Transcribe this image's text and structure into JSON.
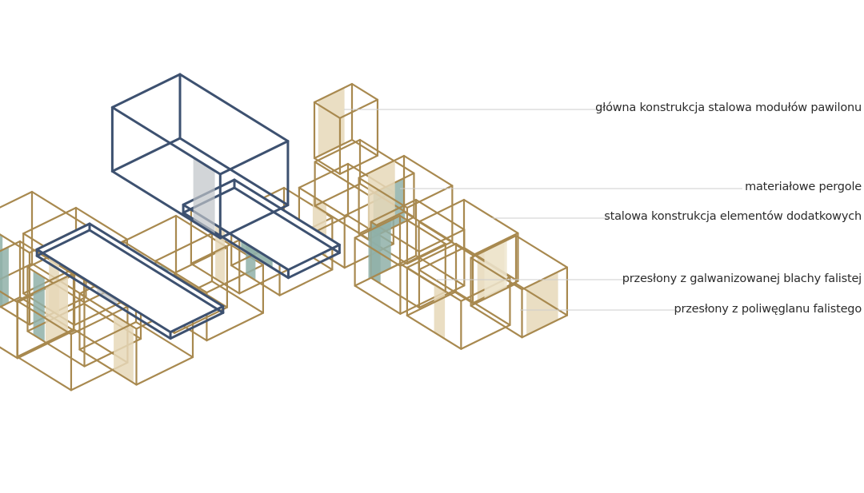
{
  "diagram": {
    "labels": [
      {
        "id": "main-steel-structure",
        "text": "główna konstrukcja stalowa modułów pawilonu"
      },
      {
        "id": "fabric-pergolas",
        "text": "materiałowe pergole"
      },
      {
        "id": "additional-steel-structure",
        "text": "stalowa konstrukcja elementów dodatkowych"
      },
      {
        "id": "galvanized-sheet-screens",
        "text": "przesłony z galwanizowanej blachy falistej"
      },
      {
        "id": "polycarbonate-screens",
        "text": "przesłony z poliwęglanu falistego"
      }
    ],
    "colors": {
      "main_frame": "#3d5170",
      "secondary_frame": "#a8894f",
      "fabric": "#e6d8b8",
      "galvanized": "#8fb0a8",
      "polycarbonate": "#efe6cf",
      "roof": "#ffffff",
      "glass_grey": "#bfc3c8",
      "leader_line": "#cccccc"
    }
  }
}
